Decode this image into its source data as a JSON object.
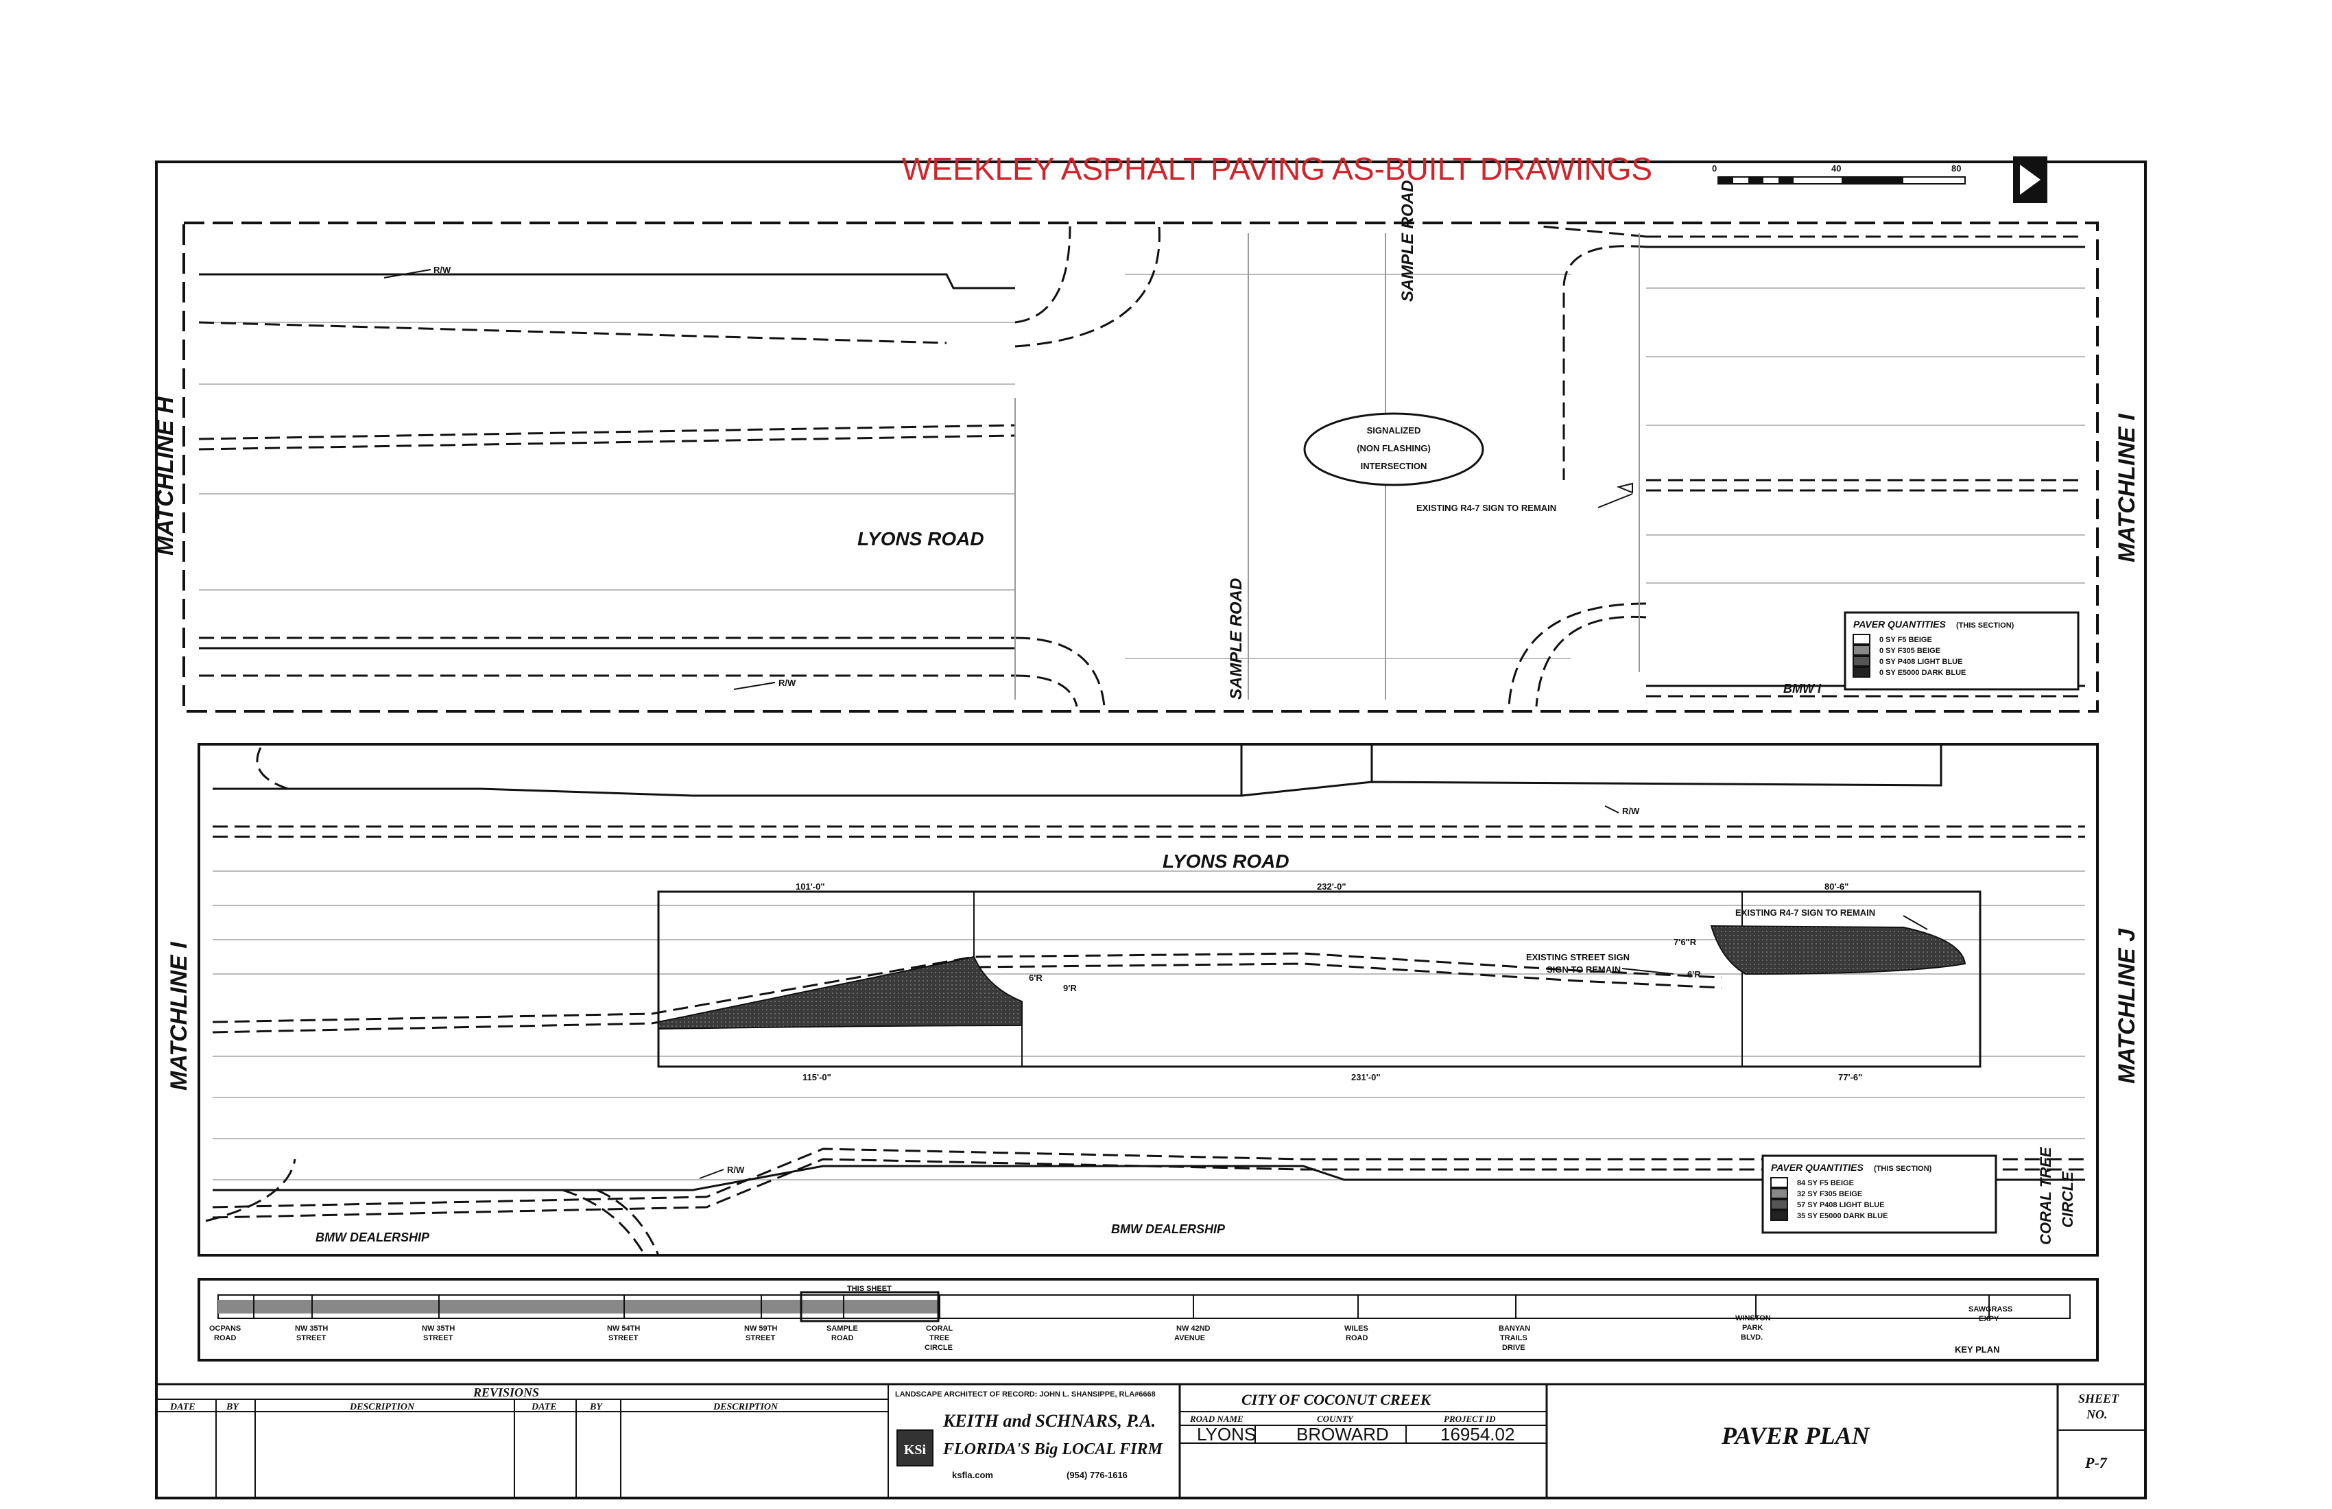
{
  "header": {
    "title": "WEEKLEY ASPHALT PAVING AS-BUILT DRAWINGS",
    "title_color": "#d2232a",
    "scale": [
      "0",
      "40",
      "80"
    ]
  },
  "top_plan": {
    "matchline_left": "MATCHLINE H",
    "matchline_right": "MATCHLINE I",
    "road_main": "LYONS ROAD",
    "road_cross_top": "SAMPLE ROAD",
    "road_cross_bottom": "SAMPLE ROAD",
    "rw_label": "R/W",
    "signal_note": [
      "SIGNALIZED",
      "(NON FLASHING)",
      "INTERSECTION"
    ],
    "sign_note": "EXISTING R4-7 SIGN TO REMAIN",
    "bmw_label": "BMW I",
    "quantities_title": "PAVER QUANTITIES",
    "quantities_subtitle": "(THIS SECTION)",
    "quantities": [
      "0 SY  F5 BEIGE",
      "0 SY  F305 BEIGE",
      "0 SY  P408 LIGHT BLUE",
      "0 SY  E5000 DARK BLUE"
    ]
  },
  "bottom_plan": {
    "matchline_left": "MATCHLINE I",
    "matchline_right": "MATCHLINE J",
    "road_main": "LYONS ROAD",
    "rw_label": "R/W",
    "dim_top": [
      "101'-0\"",
      "232'-0\"",
      "80'-6\""
    ],
    "dim_bottom": [
      "115'-0\"",
      "231'-0\"",
      "77'-6\""
    ],
    "radius_labels": [
      "6'R",
      "9'R",
      "7'6\"R",
      "6'R"
    ],
    "sign_note": "EXISTING R4-7 SIGN TO REMAIN",
    "street_sign_note": [
      "EXISTING STREET SIGN",
      "SIGN TO REMAIN"
    ],
    "dealer_left": "BMW DEALERSHIP",
    "dealer_right": "BMW DEALERSHIP",
    "cross_street": [
      "CORAL TREE",
      "CIRCLE"
    ],
    "quantities_title": "PAVER QUANTITIES",
    "quantities_subtitle": "(THIS SECTION)",
    "quantities": [
      "84 SY  F5 BEIGE",
      "32 SY  F305 BEIGE",
      "57 SY  P408 LIGHT BLUE",
      "35 SY  E5000 DARK BLUE"
    ]
  },
  "key_plan": {
    "title": "KEY PLAN",
    "this_sheet": "THIS SHEET",
    "streets": [
      [
        "OCPANS",
        "ROAD"
      ],
      [
        "NW 35TH",
        "STREET"
      ],
      [
        "NW 35TH",
        "STREET"
      ],
      [
        "NW 54TH",
        "STREET"
      ],
      [
        "NW 59TH",
        "STREET"
      ],
      [
        "SAMPLE",
        "ROAD"
      ],
      [
        "CORAL",
        "TREE",
        "CIRCLE"
      ],
      [
        "NW 42ND",
        "AVENUE"
      ],
      [
        "WILES",
        "ROAD"
      ],
      [
        "BANYAN",
        "TRAILS",
        "DRIVE"
      ],
      [
        "WINSTON",
        "PARK",
        "BLVD."
      ],
      [
        "SAWGRASS",
        "EXPY"
      ]
    ]
  },
  "title_block": {
    "revisions": "REVISIONS",
    "col_date": "DATE",
    "col_by": "BY",
    "col_description": "DESCRIPTION",
    "landscape_note": "LANDSCAPE ARCHITECT OF RECORD: JOHN L. SHANSIPPE, RLA#6668",
    "firm": "KEITH and SCHNARS, P.A.",
    "firm_tag": "FLORIDA'S Big LOCAL FIRM",
    "firm_logo": "KSi",
    "website": "ksfla.com",
    "phone": "(954) 776-1616",
    "city": "CITY OF COCONUT CREEK",
    "road_name_label": "ROAD NAME",
    "county_label": "COUNTY",
    "project_label": "PROJECT ID",
    "road_name": "LYONS",
    "county": "BROWARD",
    "project": "16954.02",
    "sheet_title": "PAVER PLAN",
    "sheet_label": [
      "SHEET",
      "NO."
    ],
    "sheet_no": "P-7"
  }
}
